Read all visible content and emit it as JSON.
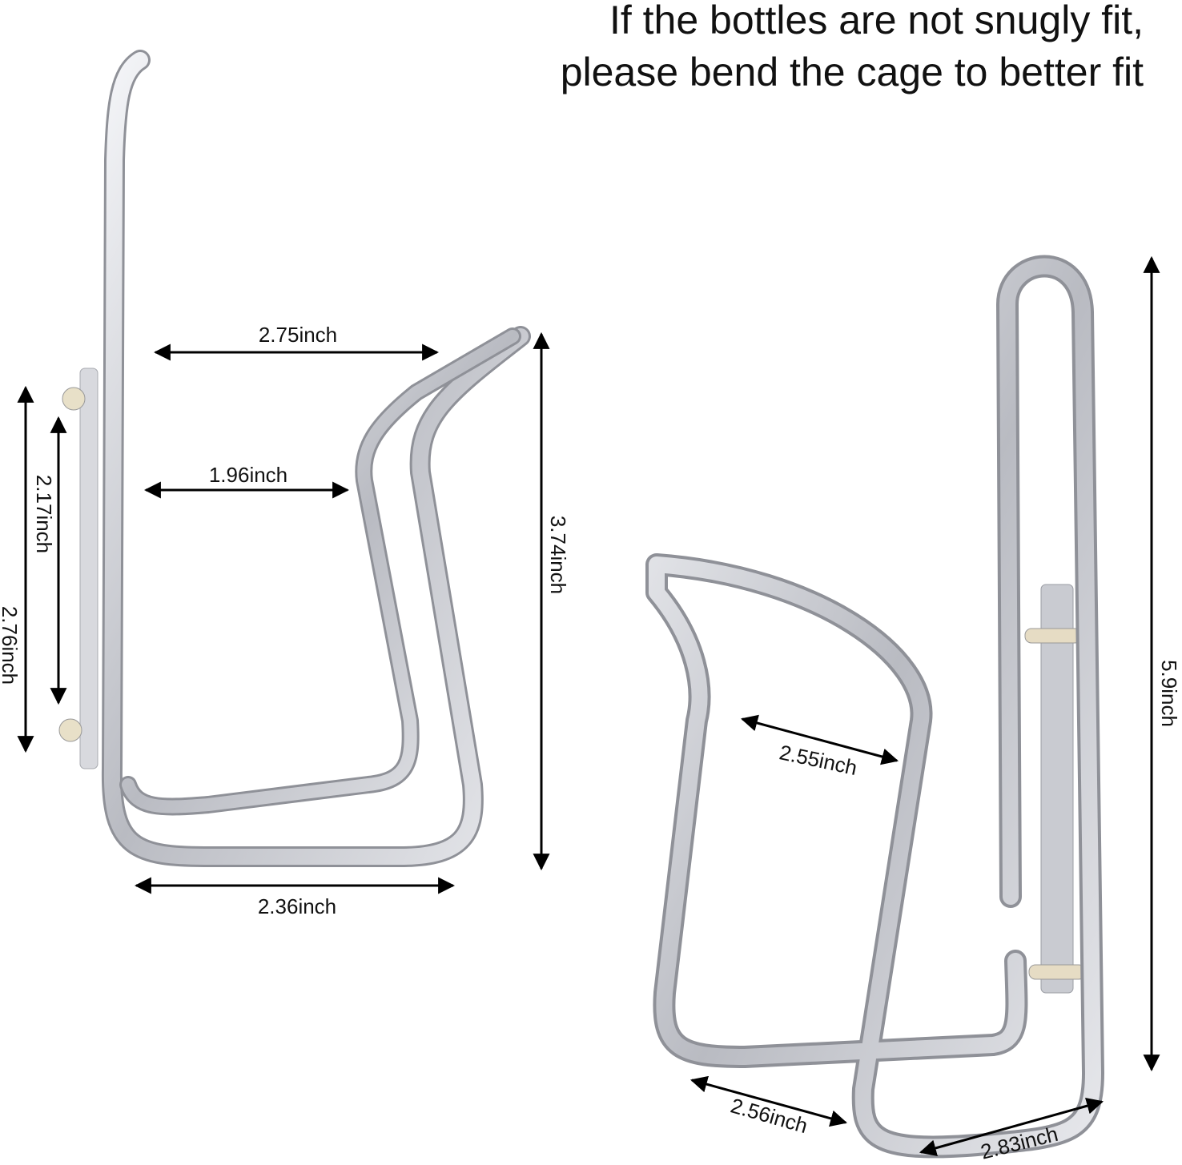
{
  "title": {
    "line1": "If the bottles are not snugly fit,",
    "line2": "please bend the cage to better fit"
  },
  "dimensions": {
    "left_cage": {
      "top_width": "2.75inch",
      "inner_width": "1.96inch",
      "bottom_width": "2.36inch",
      "height": "3.74inch",
      "bolt_spacing_inner": "2.17inch",
      "bolt_spacing_outer": "2.76inch"
    },
    "right_cage": {
      "opening": "2.55inch",
      "total_height": "5.9inch",
      "base_depth": "2.56inch",
      "base_width": "2.83inch"
    }
  },
  "colors": {
    "text": "#111111",
    "tube_light": "#f2f3f6",
    "tube_dark": "#9a9ca3"
  }
}
